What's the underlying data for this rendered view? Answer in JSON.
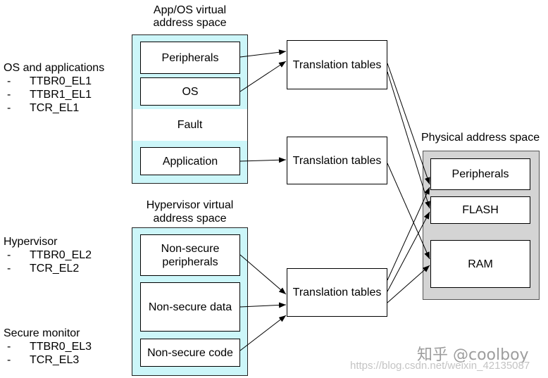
{
  "app_os_space": {
    "title_lines": [
      "App/OS virtual",
      "address space"
    ],
    "regions": {
      "peripherals": "Peripherals",
      "os": "OS",
      "fault": "Fault",
      "application": "Application"
    }
  },
  "hypervisor_space": {
    "title_lines": [
      "Hypervisor virtual",
      "address space"
    ],
    "regions": {
      "ns_peripherals": [
        "Non-secure",
        "peripherals"
      ],
      "ns_data": "Non-secure data",
      "ns_code": "Non-secure code"
    }
  },
  "translation_tables": [
    "Translation tables",
    "Translation tables",
    "Translation tables"
  ],
  "physical_space": {
    "title": "Physical address space",
    "regions": {
      "peripherals": "Peripherals",
      "flash": "FLASH",
      "ram": "RAM"
    }
  },
  "list_marker": "-",
  "register_groups": [
    {
      "title": "OS and applications",
      "registers": [
        "TTBR0_EL1",
        "TTBR1_EL1",
        "TCR_EL1"
      ]
    },
    {
      "title": "Hypervisor",
      "registers": [
        "TTBR0_EL2",
        "TCR_EL2"
      ]
    },
    {
      "title": "Secure monitor",
      "registers": [
        "TTBR0_EL3",
        "TCR_EL3"
      ]
    }
  ],
  "watermarks": {
    "zhihu": "知乎 @coolboy",
    "csdn": "https://blog.csdn.net/weixin_42135087"
  },
  "colors": {
    "virtual_space_fill": "#ccf6f9",
    "physical_space_fill": "#d4d4d4",
    "box_fill": "#ffffff",
    "line": "#000000"
  }
}
